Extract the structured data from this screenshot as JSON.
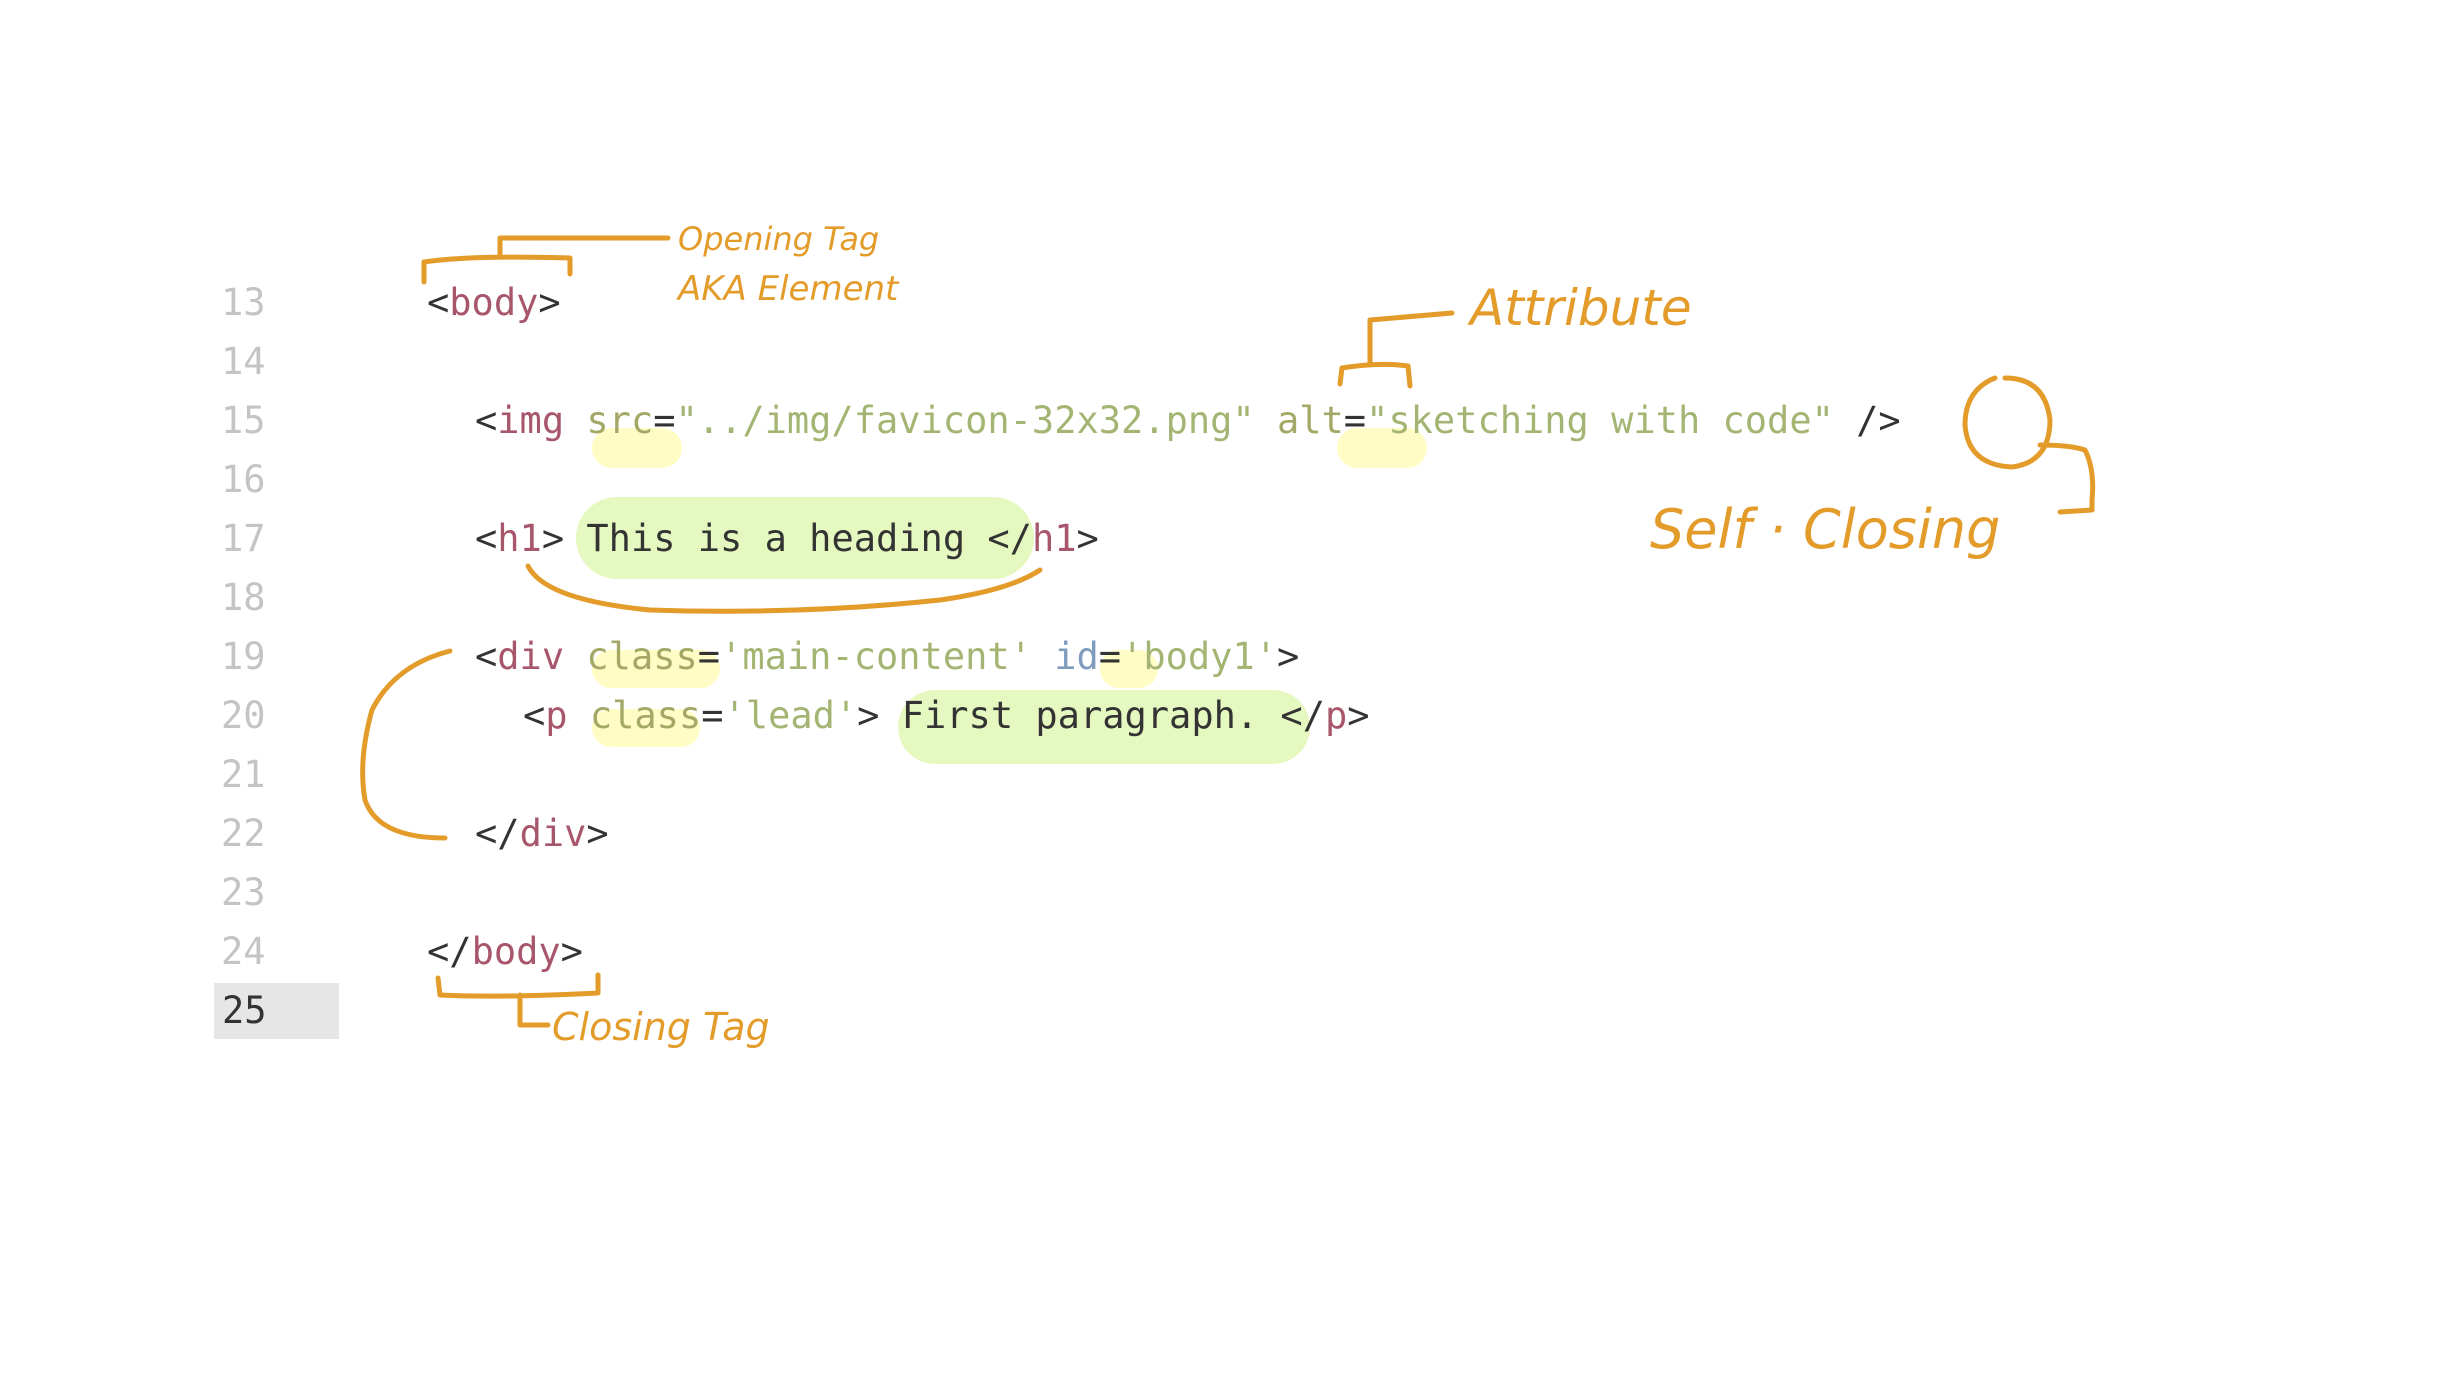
{
  "gutter": {
    "lines": [
      "13",
      "14",
      "15",
      "16",
      "17",
      "18",
      "19",
      "20",
      "21",
      "22",
      "23",
      "24",
      "25"
    ],
    "current": "25"
  },
  "code": {
    "l13": {
      "p1": "<",
      "p2": "body",
      "p3": ">"
    },
    "l15": {
      "p1": "<",
      "p2": "img",
      "p3": " ",
      "p4": "src",
      "p5": "=",
      "p6": "\"../img/favicon-32x32.png\"",
      "p7": " ",
      "p8": "alt",
      "p9": "=",
      "p10": "\"sketching with code\"",
      "p11": " />"
    },
    "l17": {
      "p1": "<",
      "p2": "h1",
      "p3": "> ",
      "p4": "This is a heading",
      "p5": " </",
      "p6": "h1",
      "p7": ">"
    },
    "l19": {
      "p1": "<",
      "p2": "div",
      "p3": " ",
      "p4": "class",
      "p5": "=",
      "p6": "'main-content'",
      "p7": " ",
      "p8": "id",
      "p9": "=",
      "p10": "'body1'",
      "p11": ">"
    },
    "l20": {
      "p1": "<",
      "p2": "p",
      "p3": " ",
      "p4": "class",
      "p5": "=",
      "p6": "'lead'",
      "p7": "> ",
      "p8": "First paragraph. </",
      "p9": "p",
      "p10": ">"
    },
    "l22": {
      "p1": "</",
      "p2": "div",
      "p3": ">"
    },
    "l24": {
      "p1": "</",
      "p2": "body",
      "p3": ">"
    }
  },
  "annotations": {
    "opening_tag_line1": "Opening Tag",
    "opening_tag_line2": "AKA Element",
    "attribute": "Attribute",
    "self_closing": "Self · Closing",
    "closing_tag": "Closing Tag"
  },
  "colors": {
    "tag": "#a7566c",
    "attribute": "#a4a867",
    "string": "#a4b573",
    "id_attribute": "#7f9cbf",
    "annotation_ink": "#e39b2a",
    "highlight_yellow": "#fffa96",
    "highlight_green": "#dcf5aa"
  }
}
